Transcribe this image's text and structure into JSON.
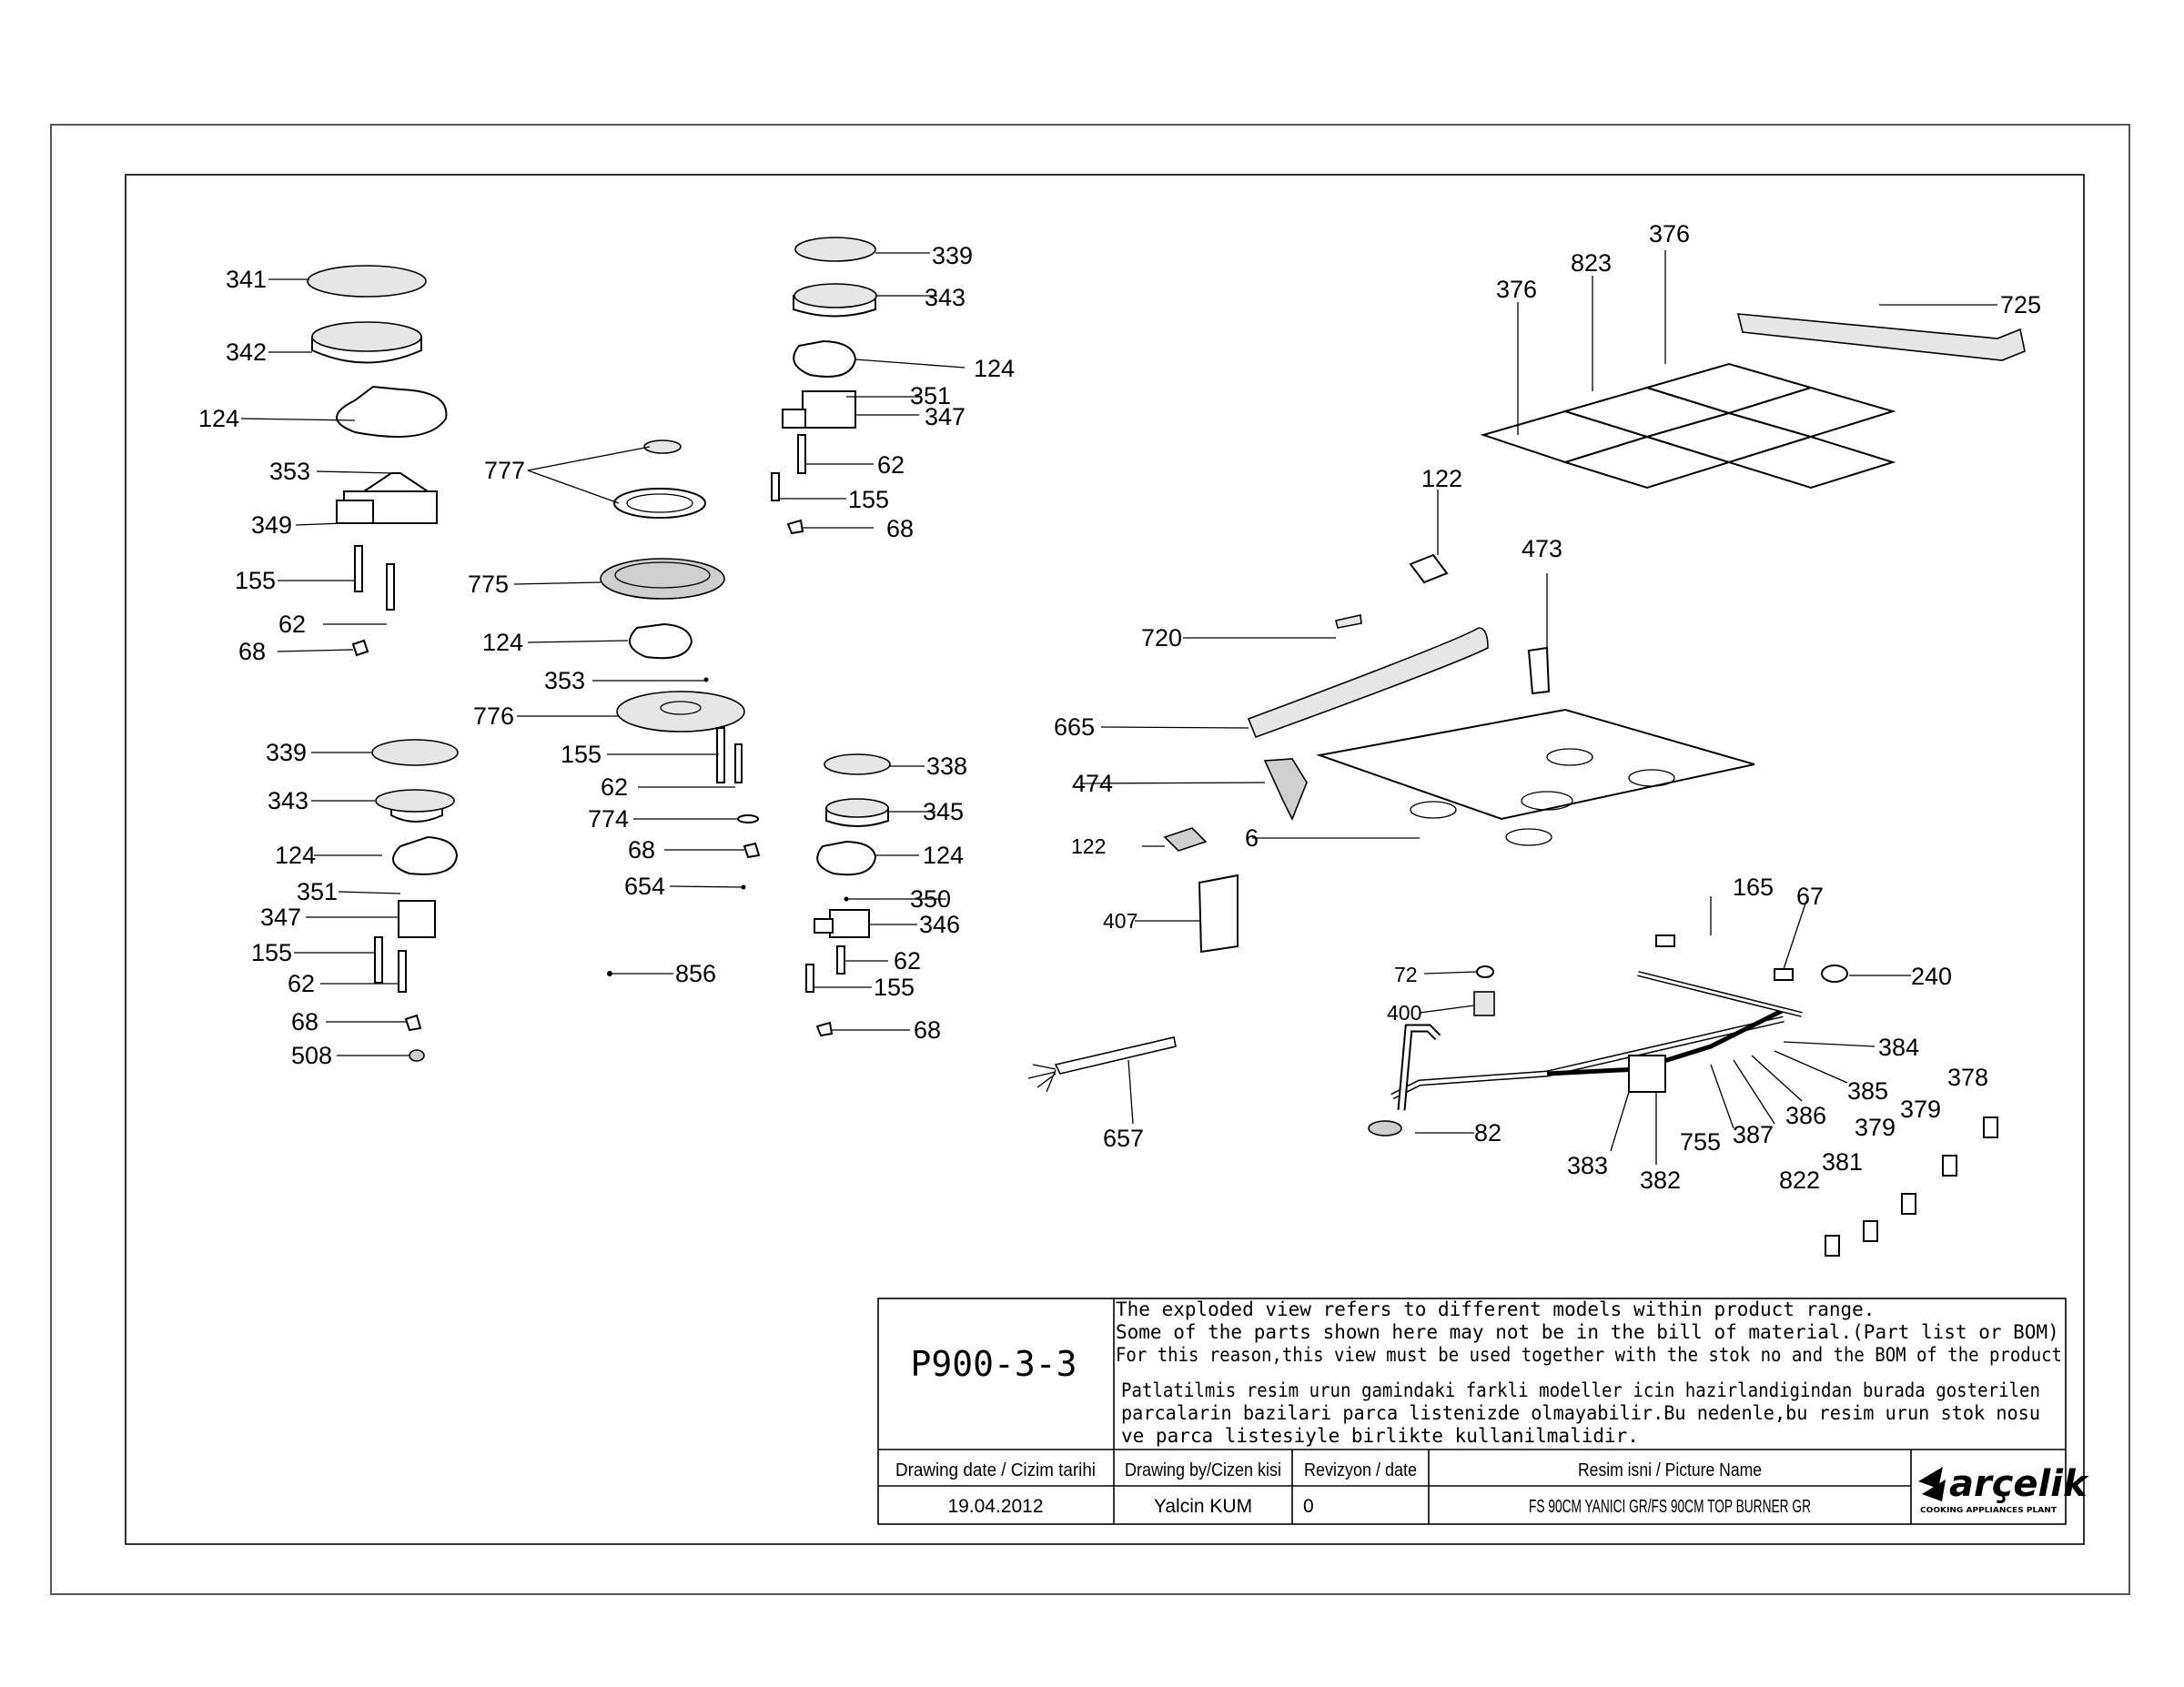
{
  "labels": {
    "l341": "341",
    "l342": "342",
    "l124a": "124",
    "l353a": "353",
    "l349": "349",
    "l155a": "155",
    "l62a": "62",
    "l68a": "68",
    "l339a": "339",
    "l343a": "343",
    "l124b": "124",
    "l351a": "351",
    "l347a": "347",
    "l155b": "155",
    "l62b": "62",
    "l68b": "68",
    "l508": "508",
    "l777": "777",
    "l775": "775",
    "l124c": "124",
    "l353b": "353",
    "l776": "776",
    "l155c": "155",
    "l62c": "62",
    "l774": "774",
    "l68c": "68",
    "l654": "654",
    "l856": "856",
    "l339b": "339",
    "l343b": "343",
    "l124d": "124",
    "l351b": "351",
    "l347b": "347",
    "l62d": "62",
    "l155d": "155",
    "l68d": "68",
    "l338": "338",
    "l345": "345",
    "l124e": "124",
    "l350": "350",
    "l346": "346",
    "l62e": "62",
    "l155e": "155",
    "l68e": "68",
    "l376a": "376",
    "l823": "823",
    "l376b": "376",
    "l725": "725",
    "l122a": "122",
    "l473": "473",
    "l720": "720",
    "l665": "665",
    "l474": "474",
    "l122b": "122",
    "l6": "6",
    "l407": "407",
    "l165": "165",
    "l67": "67",
    "l72": "72",
    "l240": "240",
    "l400": "400",
    "l384": "384",
    "l385": "385",
    "l378": "378",
    "l379a": "379",
    "l386": "386",
    "l379b": "379",
    "l387": "387",
    "l755": "755",
    "l82": "82",
    "l383": "383",
    "l382": "382",
    "l381": "381",
    "l822": "822",
    "l657": "657"
  },
  "title_block": {
    "code": "P900-3-3",
    "note_en_1": "The exploded view refers to different models within product range.",
    "note_en_2": "Some of the parts shown here may not be in the bill of material.(Part list or BOM)",
    "note_en_3": "For this reason,this view must be used together with the stok no and the BOM of the product",
    "note_tr_1": "Patlatilmis resim urun gamindaki farkli modeller icin hazirlandigindan burada gosterilen",
    "note_tr_2": "parcalarin bazilari parca listenizde olmayabilir.Bu nedenle,bu resim urun stok nosu",
    "note_tr_3": "ve parca listesiyle birlikte kullanilmalidir.",
    "h_date": "Drawing date / Cizim tarihi",
    "h_by": "Drawing by/Cizen kisi",
    "h_rev": "Revizyon / date",
    "h_pic": "Resim isni / Picture Name",
    "v_date": "19.04.2012",
    "v_by": "Yalcin KUM",
    "v_rev": "0",
    "v_pic": "FS 90CM YANICI GR/FS 90CM TOP BURNER GR",
    "logo": "arçelik",
    "logo_sub": "COOKING APPLIANCES PLANT"
  }
}
